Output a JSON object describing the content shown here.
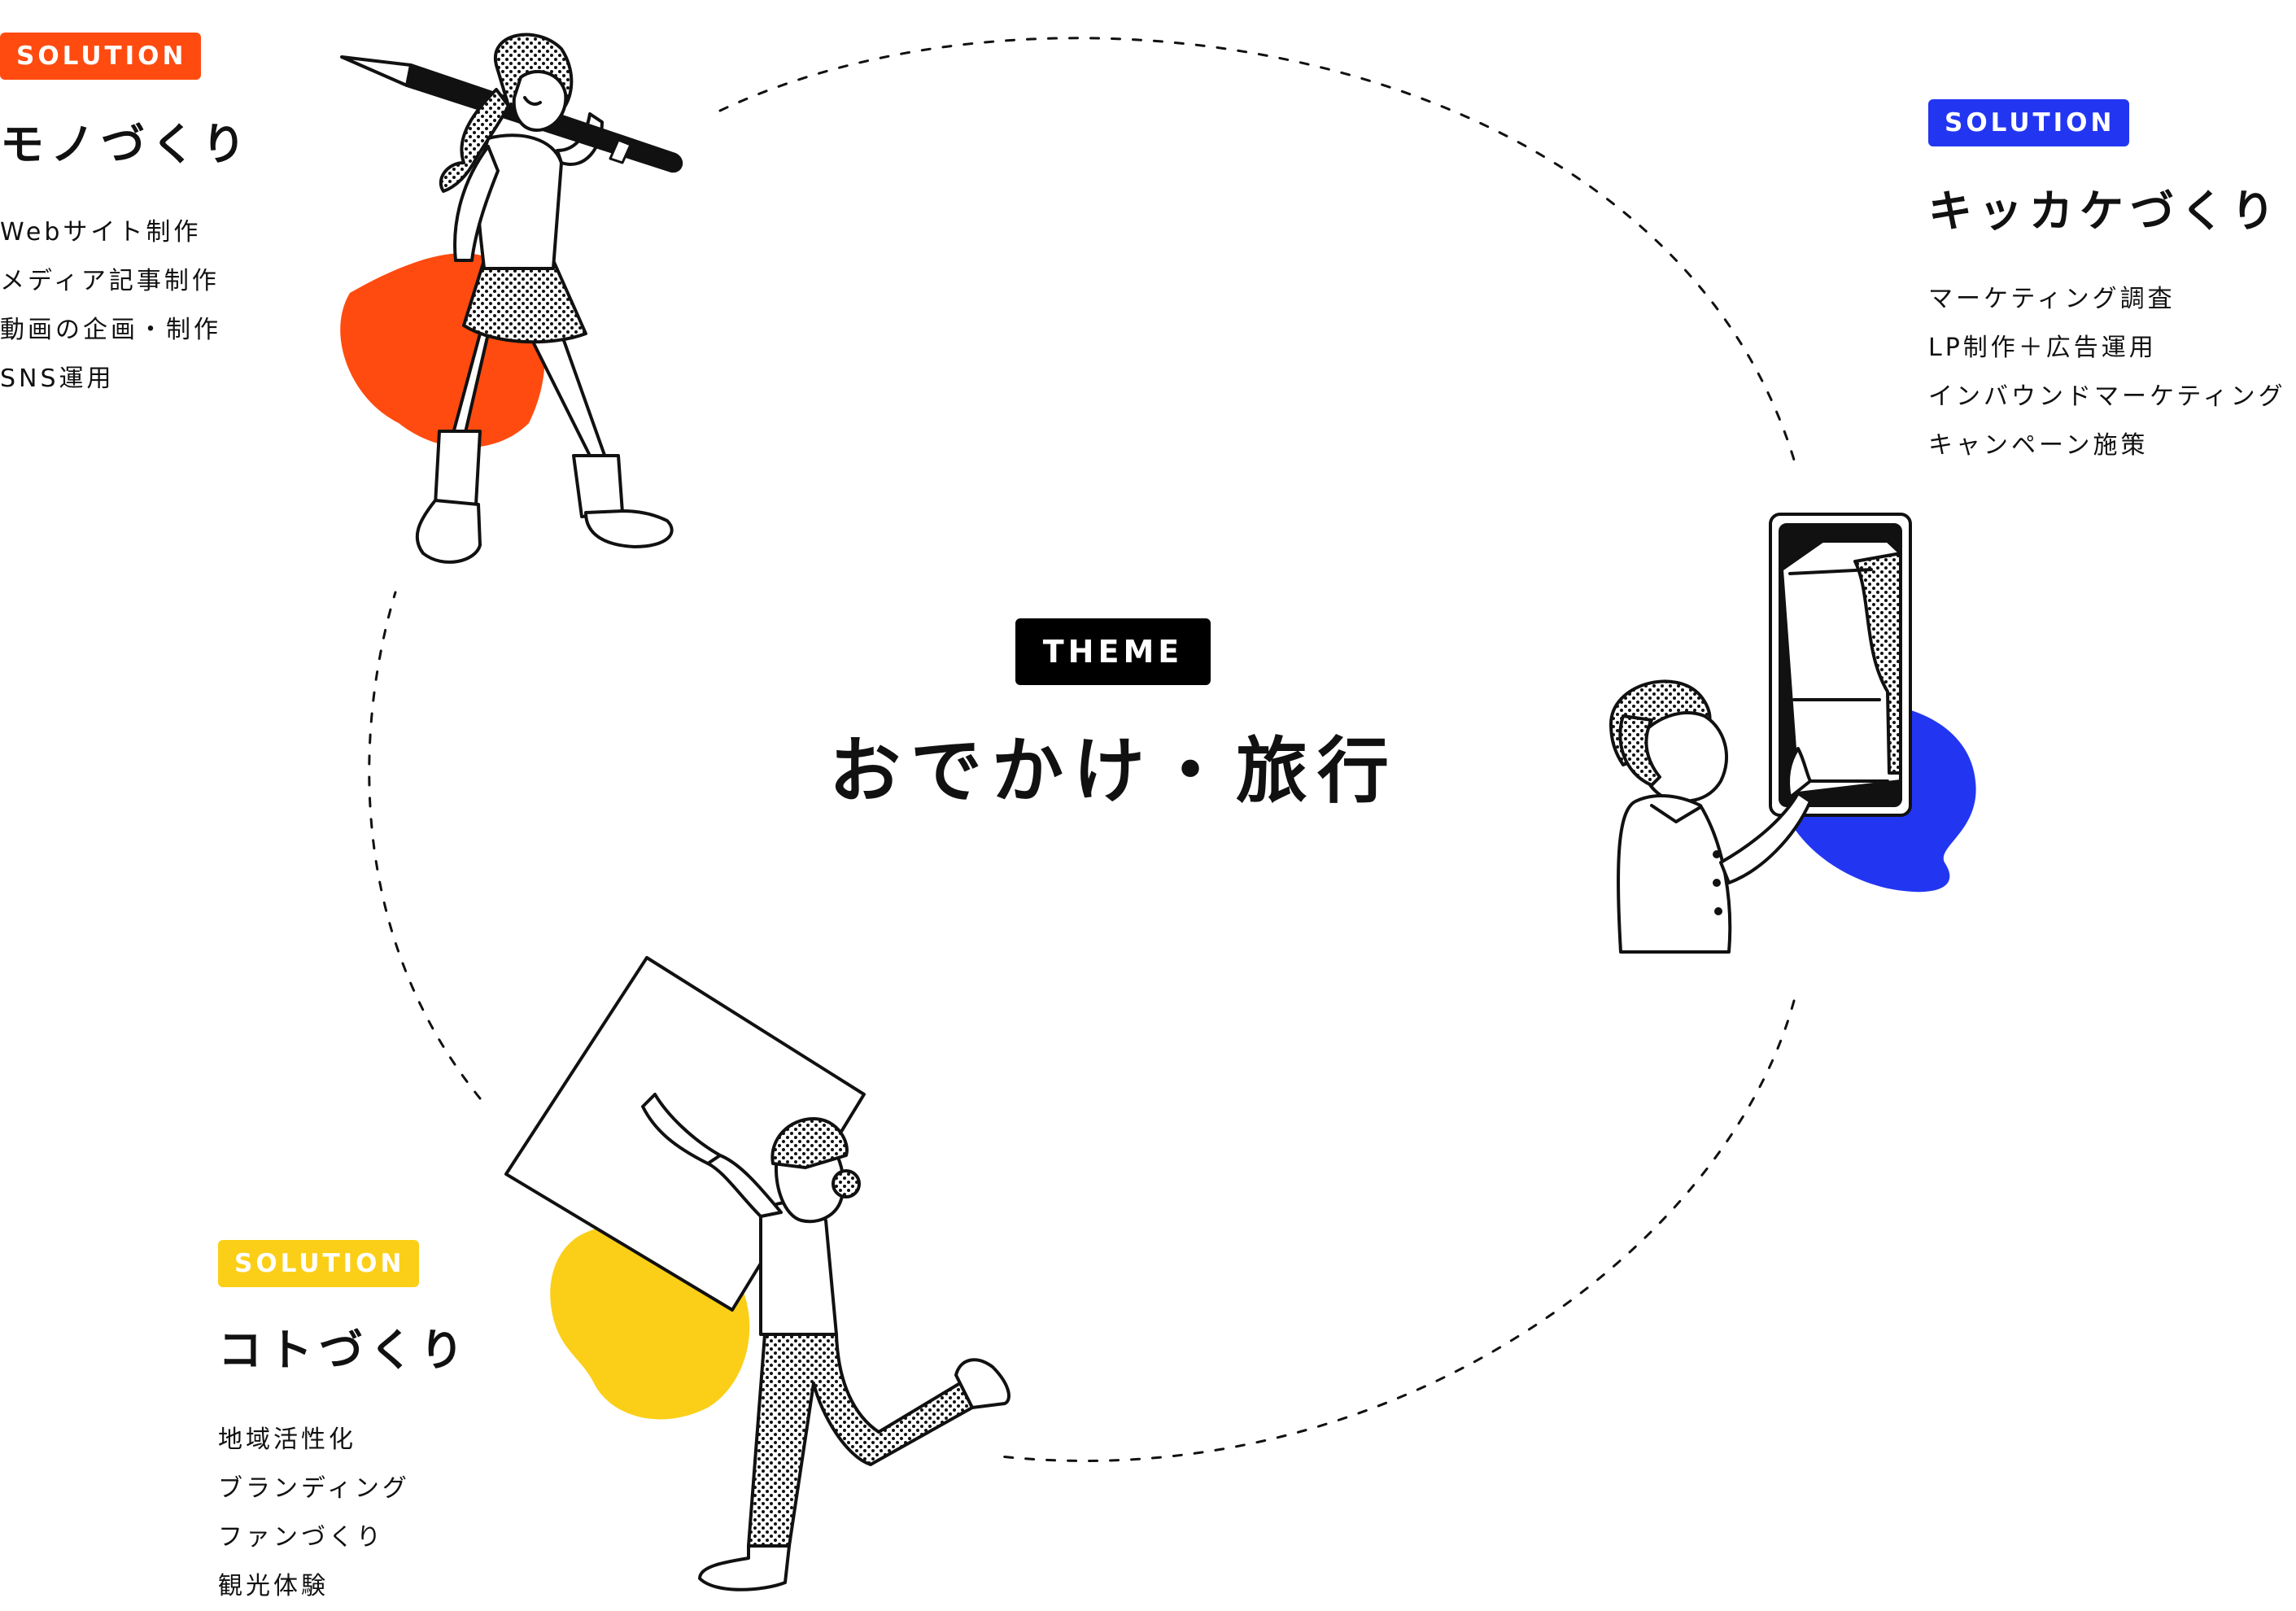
{
  "colors": {
    "mono": "#ff4b0f",
    "kikkake": "#2236f2",
    "koto": "#fbcf17",
    "theme": "#000000",
    "ink": "#111111"
  },
  "theme": {
    "badge": "THEME",
    "title": "おでかけ・旅行"
  },
  "solutions": [
    {
      "badge": "SOLUTION",
      "title": "モノづくり",
      "items": [
        "Webサイト制作",
        "メディア記事制作",
        "動画の企画・制作",
        "SNS運用"
      ],
      "illustration": "woman-carrying-fountain-pen-illustration"
    },
    {
      "badge": "SOLUTION",
      "title": "キッカケづくり",
      "items": [
        "マーケティング調査",
        "LP制作＋広告運用",
        "インバウンドマーケティング",
        "キャンペーン施策"
      ],
      "illustration": "man-opening-phone-screen-illustration"
    },
    {
      "badge": "SOLUTION",
      "title": "コトづくり",
      "items": [
        "地域活性化",
        "ブランディング",
        "ファンづくり",
        "観光体験"
      ],
      "illustration": "woman-running-with-frame-illustration"
    }
  ]
}
